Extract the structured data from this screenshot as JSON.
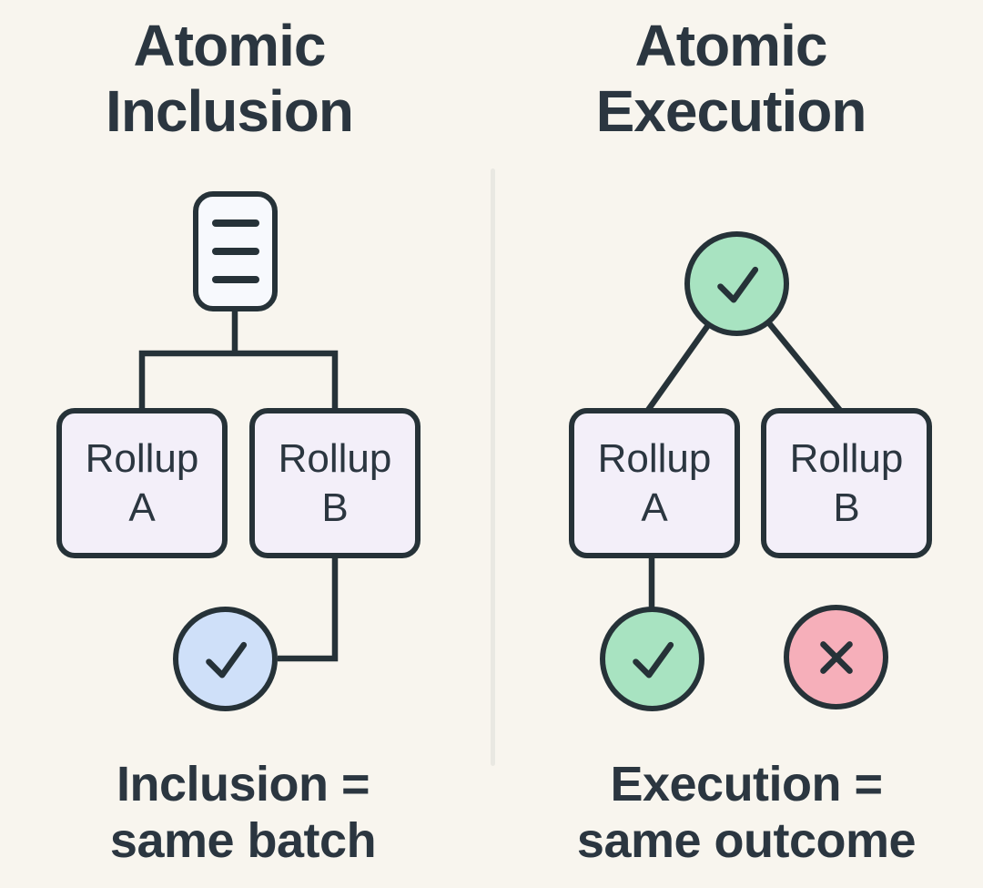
{
  "colors": {
    "background": "#f8f5ee",
    "stroke": "#263238",
    "box_fill": "#f3eff9",
    "document_fill": "#f7f9fd",
    "check_blue": "#cfe0f9",
    "check_green": "#a8e3c1",
    "cross_red": "#f6afba",
    "divider": "#e9e8e2",
    "text": "#2b3640"
  },
  "left_panel": {
    "title": {
      "line1": "Atomic",
      "line2": "Inclusion"
    },
    "nodes": {
      "batch_document": {
        "icon": "document-icon"
      },
      "rollup_a": {
        "line1": "Rollup",
        "line2": "A"
      },
      "rollup_b": {
        "line1": "Rollup",
        "line2": "B"
      },
      "batch_result": {
        "icon": "check-icon",
        "color": "#cfe0f9"
      }
    },
    "caption": {
      "line1": "Inclusion =",
      "line2": "same batch"
    }
  },
  "right_panel": {
    "title": {
      "line1": "Atomic",
      "line2": "Execution"
    },
    "nodes": {
      "root_result": {
        "icon": "check-icon",
        "color": "#a8e3c1"
      },
      "rollup_a": {
        "line1": "Rollup",
        "line2": "A"
      },
      "rollup_b": {
        "line1": "Rollup",
        "line2": "B"
      },
      "rollup_a_result": {
        "icon": "check-icon",
        "color": "#a8e3c1"
      },
      "rollup_b_result": {
        "icon": "x-icon",
        "color": "#f6afba"
      }
    },
    "caption": {
      "line1": "Execution =",
      "line2": "same outcome"
    }
  }
}
